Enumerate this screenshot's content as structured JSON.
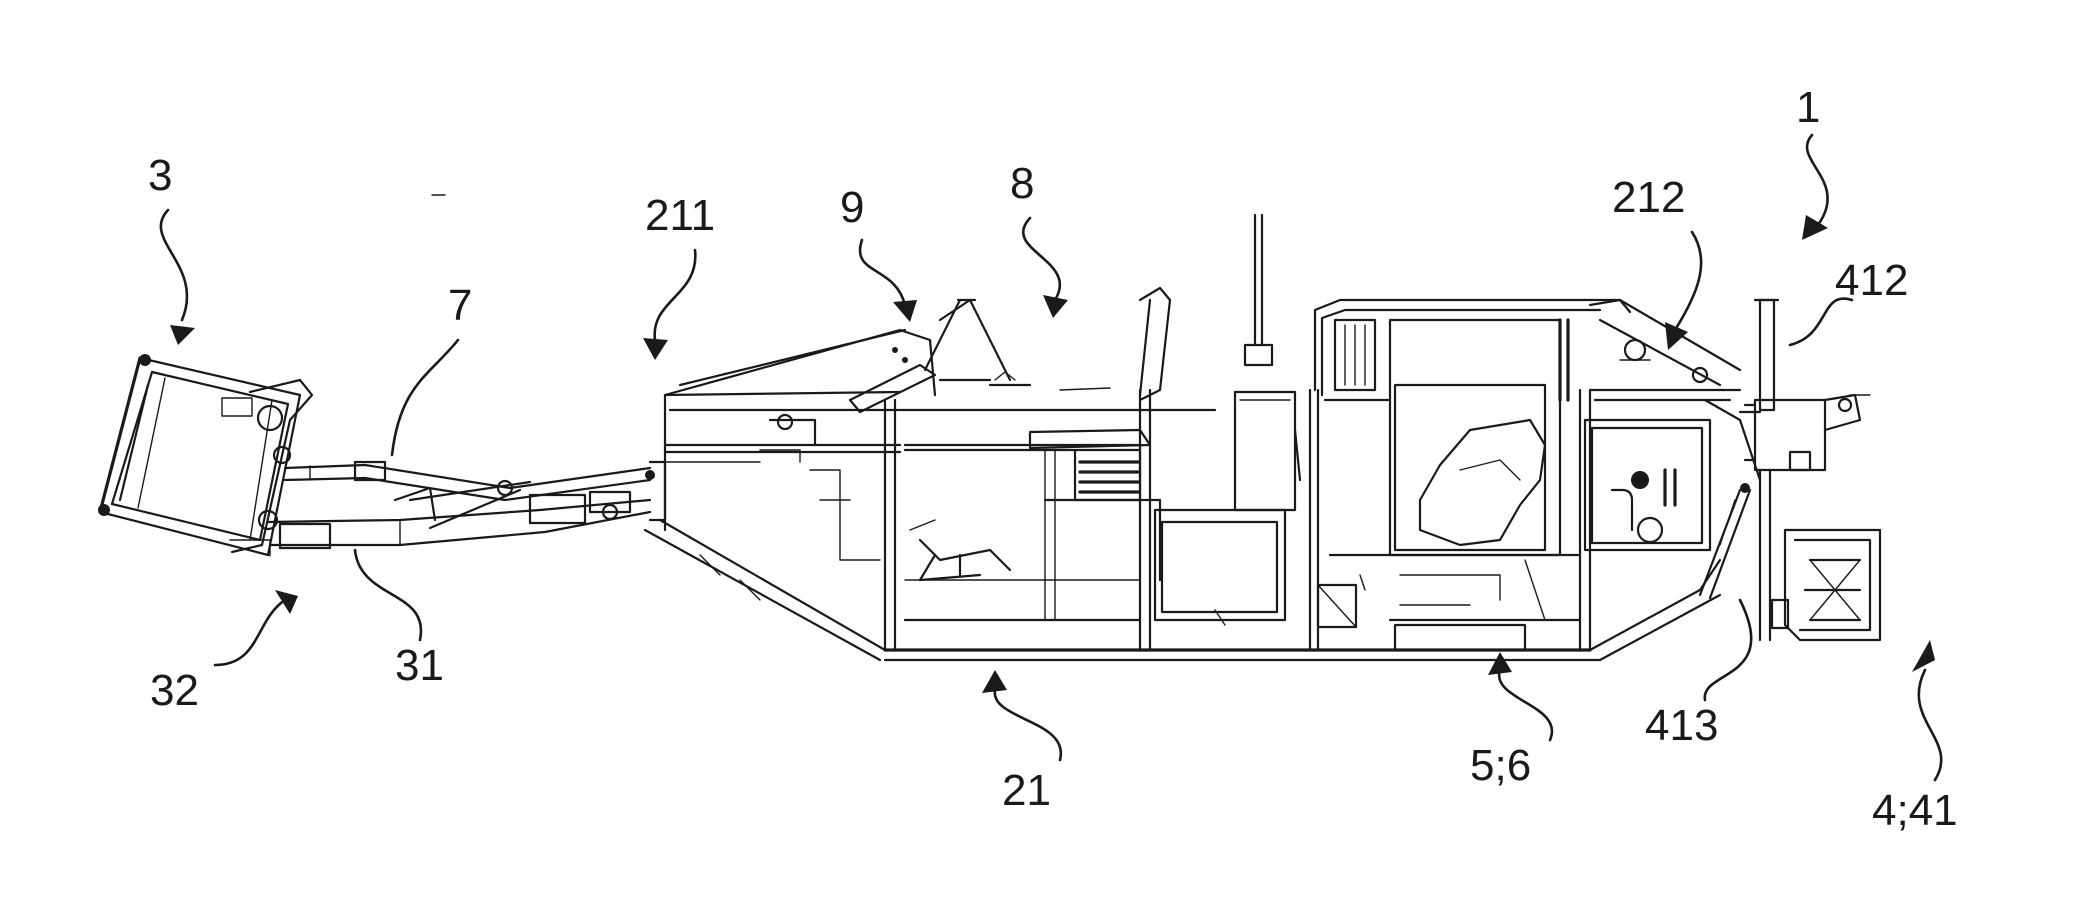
{
  "figure": {
    "reference_labels": {
      "r1": "1",
      "r3": "3",
      "r7": "7",
      "r8": "8",
      "r9": "9",
      "r21": "21",
      "r31": "31",
      "r32": "32",
      "r211": "211",
      "r212": "212",
      "r412": "412",
      "r413": "413",
      "r56": "5;6",
      "r441": "4;41"
    }
  }
}
